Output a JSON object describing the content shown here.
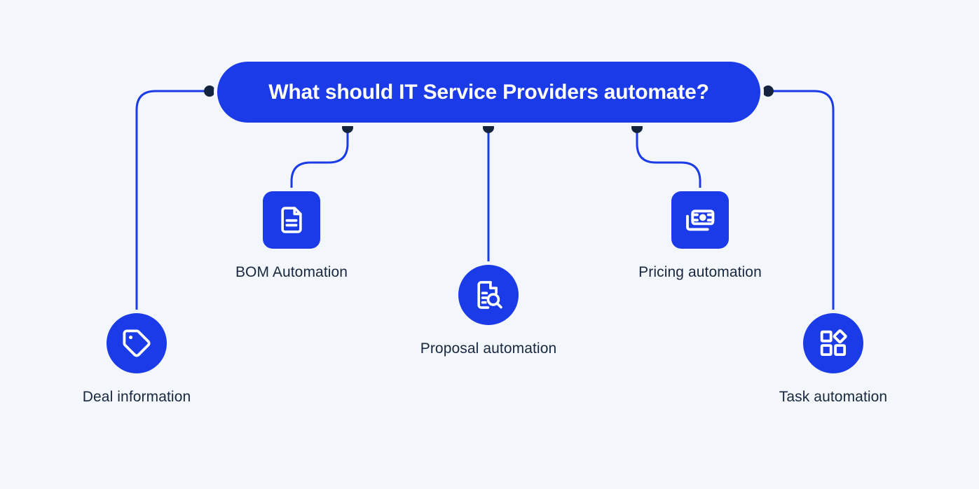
{
  "diagram": {
    "title": "What should IT Service Providers automate?",
    "background_color": "#f3f6fa",
    "accent_color": "#1b3ae8",
    "text_color": "#17283f",
    "dot_color": "#14243f",
    "central_node": {
      "label": "What should IT Service Providers automate?",
      "shape": "pill",
      "fill": "#1b3ae8",
      "text_color": "#ffffff"
    },
    "branches": [
      {
        "id": "deal-information",
        "label": "Deal information",
        "icon": "tag-icon",
        "shape": "circle"
      },
      {
        "id": "bom-automation",
        "label": "BOM Automation",
        "icon": "document-icon",
        "shape": "rounded-square"
      },
      {
        "id": "proposal-automation",
        "label": "Proposal automation",
        "icon": "document-search-icon",
        "shape": "circle"
      },
      {
        "id": "pricing-automation",
        "label": "Pricing automation",
        "icon": "banknote-icon",
        "shape": "rounded-square"
      },
      {
        "id": "task-automation",
        "label": "Task automation",
        "icon": "grid-shapes-icon",
        "shape": "circle"
      }
    ]
  }
}
